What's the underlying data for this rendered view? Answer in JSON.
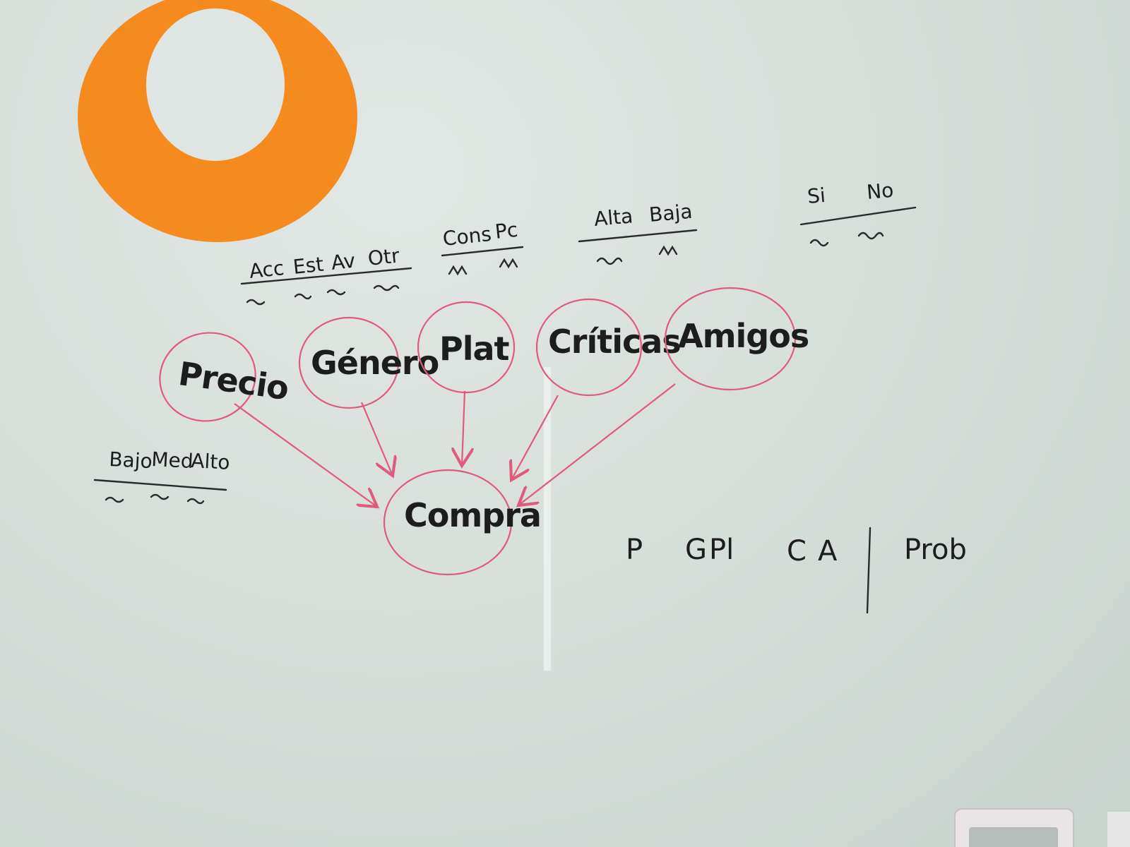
{
  "diagram": {
    "nodes": {
      "precio": "Precio",
      "genero": "Género",
      "plat": "Plat",
      "criticas": "Críticas",
      "amigos": "Amigos",
      "compra": "Compra"
    },
    "states": {
      "precio": [
        "Bajo",
        "Med",
        "Alto"
      ],
      "genero": [
        "Acc",
        "Est",
        "Av",
        "Otr"
      ],
      "plat": [
        "Cons",
        "Pc"
      ],
      "criticas": [
        "Alta",
        "Baja"
      ],
      "amigos": [
        "Si",
        "No"
      ]
    },
    "table_header": {
      "columns": [
        "P",
        "G",
        "Pl",
        "C",
        "A"
      ],
      "prob": "Prob"
    },
    "edges": [
      [
        "precio",
        "compra"
      ],
      [
        "genero",
        "compra"
      ],
      [
        "plat",
        "compra"
      ],
      [
        "criticas",
        "compra"
      ],
      [
        "amigos",
        "compra"
      ]
    ]
  },
  "colors": {
    "ring": "#f58a1f",
    "ink": "#1d1d1d",
    "marker_pink": "#e05a7c",
    "board": "#d7dfdb"
  }
}
